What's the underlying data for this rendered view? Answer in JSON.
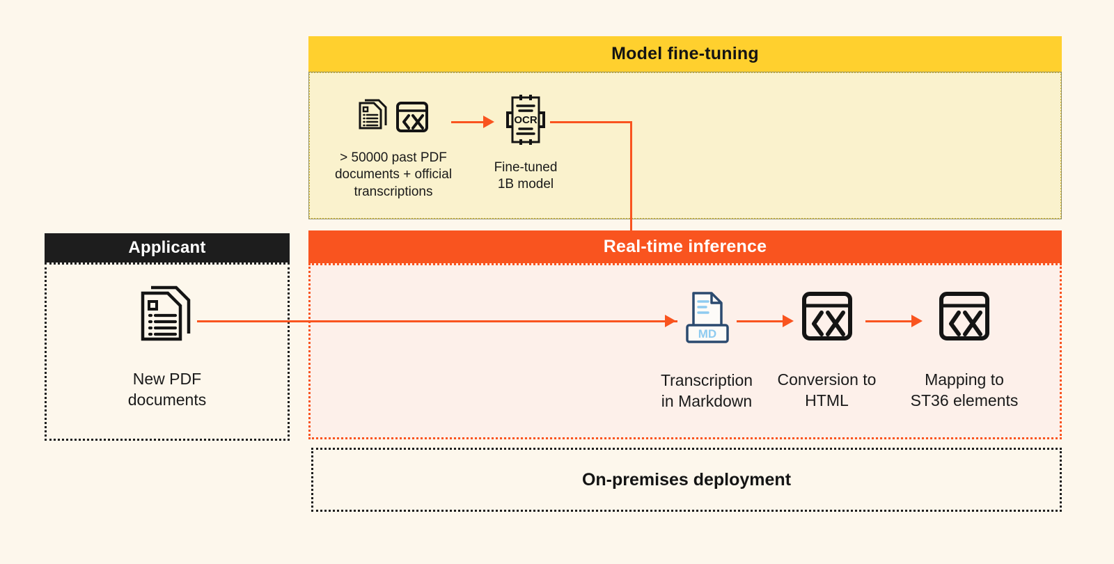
{
  "background_color": "#fdf7ec",
  "colors": {
    "fine_tuning_header": "#ffd02e",
    "fine_tuning_body": "#faf2cd",
    "inference_header": "#f9541f",
    "inference_body": "#fdf0ea",
    "applicant_header": "#1d1d1d",
    "arrow": "#f9541f",
    "markdown_icon_outline": "#2b4a6f",
    "markdown_icon_accent": "#8ecbf0",
    "icon_black": "#141414"
  },
  "sections": {
    "fine_tuning": {
      "title": "Model fine-tuning",
      "nodes": [
        {
          "id": "training-data",
          "icons": [
            "documents-stack-icon",
            "code-window-icon"
          ],
          "caption": "> 50000 past PDF\ndocuments + official\ntranscriptions"
        },
        {
          "id": "fine-tuned-model",
          "icons": [
            "ocr-scan-icon"
          ],
          "icon_text": "OCR",
          "caption": "Fine-tuned\n1B model"
        }
      ]
    },
    "inference": {
      "title": "Real-time inference",
      "nodes": [
        {
          "id": "transcription-markdown",
          "icons": [
            "markdown-file-icon"
          ],
          "icon_text": "MD",
          "caption": "Transcription\nin Markdown"
        },
        {
          "id": "conversion-html",
          "icons": [
            "code-window-icon"
          ],
          "caption": "Conversion to\nHTML"
        },
        {
          "id": "mapping-st36",
          "icons": [
            "code-window-icon"
          ],
          "caption": "Mapping to\nST36 elements"
        }
      ]
    },
    "applicant": {
      "title": "Applicant",
      "nodes": [
        {
          "id": "new-pdf-documents",
          "icons": [
            "documents-stack-icon"
          ],
          "caption": "New PDF\ndocuments"
        }
      ]
    },
    "on_premises": {
      "title": "On-premises deployment"
    }
  }
}
